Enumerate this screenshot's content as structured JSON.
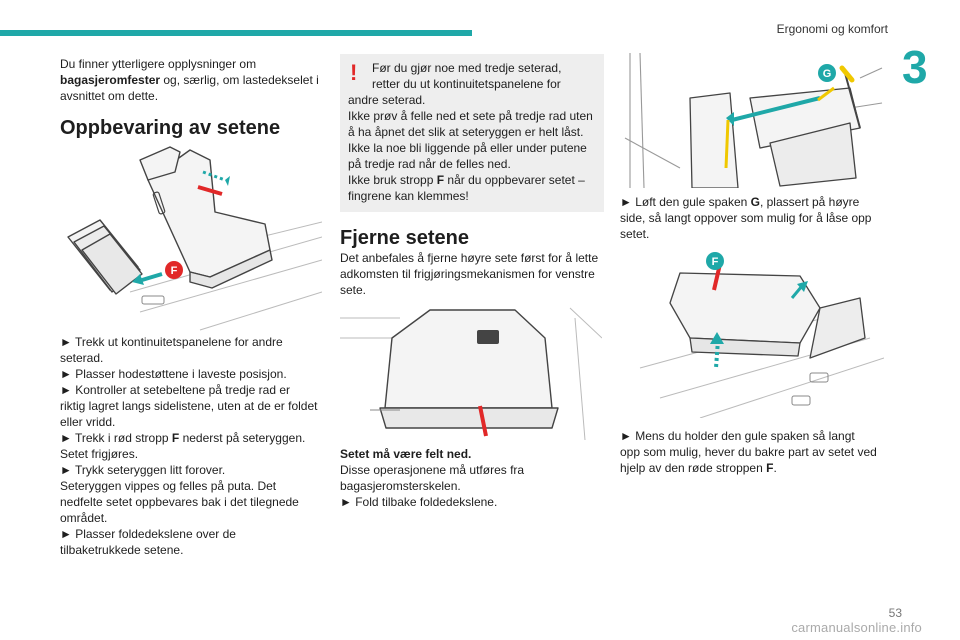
{
  "header": {
    "section_title": "Ergonomi og komfort",
    "chapter_number": "3"
  },
  "left": {
    "intro_pre": "Du finner ytterligere opplysninger om",
    "intro_bold": "bagasjeromfester",
    "intro_post1": " og, særlig, om lastedekselet i",
    "intro_post2": "avsnittet om dette.",
    "heading": "Oppbevaring av setene",
    "figure_label": "F",
    "steps": [
      "► Trekk ut kontinuitetspanelene for andre",
      "seterad.",
      "► Plasser hodestøttene i laveste posisjon.",
      "► Kontroller at setebeltene på tredje rad er",
      "riktig lagret langs sidelistene, uten at de er foldet",
      "eller vridd."
    ],
    "strap_pre": "► Trekk i rød stropp ",
    "strap_bold": "F",
    "strap_post": " nederst på seteryggen.",
    "steps2": [
      "Setet frigjøres.",
      "► Trykk seteryggen litt forover.",
      "Seteryggen vippes og felles på puta. Det",
      "nedfelte setet oppbevares bak i det tilegnede",
      "området.",
      "► Plasser foldedekslene over de",
      "tilbaketrukkede setene."
    ]
  },
  "warning": {
    "mark": "!",
    "lines": [
      "Før du gjør noe med tredje seterad,",
      "retter du ut kontinuitetspanelene for",
      "andre seterad.",
      "Ikke prøv å felle ned et sete på tredje rad uten",
      "å ha åpnet det slik at seteryggen er helt låst.",
      "Ikke la noe bli liggende på eller under putene",
      "på tredje rad når de felles ned."
    ],
    "strap_pre": "Ikke bruk stropp ",
    "strap_bold": "F",
    "strap_post": " når du oppbevarer setet –",
    "last": "fingrene kan klemmes!"
  },
  "middle": {
    "heading": "Fjerne setene",
    "intro": [
      "Det anbefales å fjerne høyre sete først for å lette",
      "adkomsten til frigjøringsmekanismen for venstre",
      "sete."
    ],
    "bold_line": "Setet må være felt ned.",
    "lines": [
      "Disse operasjonene må utføres fra",
      "bagasjeromsterskelen.",
      "► Fold tilbake foldedekslene."
    ]
  },
  "right": {
    "figure1_label": "G",
    "lever_pre": "► Løft den gule spaken ",
    "lever_bold": "G",
    "lever_post": ", plassert på høyre",
    "lever_lines": [
      "side, så langt oppover som mulig for å låse opp",
      "setet."
    ],
    "figure2_label": "F",
    "hold_lines": [
      "► Mens du holder den gule spaken så langt",
      "opp som mulig, hever du bakre part av setet ved"
    ],
    "hold_pre": "hjelp av den røde stroppen ",
    "hold_bold": "F",
    "hold_post": "."
  },
  "footer": {
    "page_number": "53",
    "watermark": "carmanualsonline.info"
  },
  "colors": {
    "teal": "#1fa8a8",
    "red": "#e12828",
    "yellow": "#f0c800"
  }
}
